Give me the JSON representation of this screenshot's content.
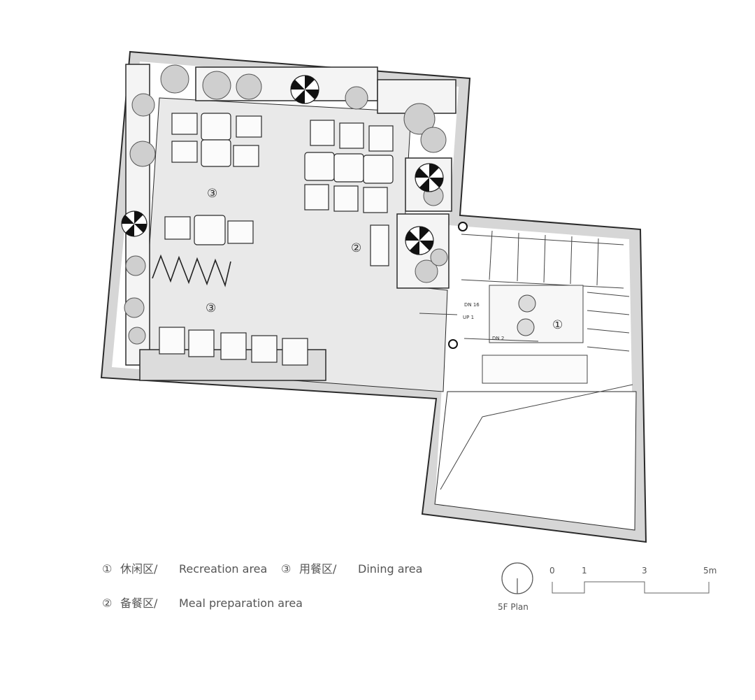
{
  "plan": {
    "room_markers": {
      "recreation": "①",
      "meal_prep": "②",
      "dining": "③"
    },
    "stair_labels": {
      "dn16": "DN 16",
      "up1": "UP 1",
      "dn2": "DN 2"
    }
  },
  "legend": {
    "items": [
      {
        "marker": "①",
        "cn": "休闲区/",
        "en": "Recreation area"
      },
      {
        "marker": "③",
        "cn": "用餐区/",
        "en": "Dining area"
      },
      {
        "marker": "②",
        "cn": "备餐区/",
        "en": "Meal preparation area"
      }
    ]
  },
  "north": {
    "label": "5F Plan"
  },
  "scale_bar": {
    "ticks": [
      "0",
      "1",
      "3",
      "5m"
    ]
  },
  "colors": {
    "wall": "#d9d9d9",
    "floor": "#ebebeb",
    "line": "#2a2a2a"
  }
}
